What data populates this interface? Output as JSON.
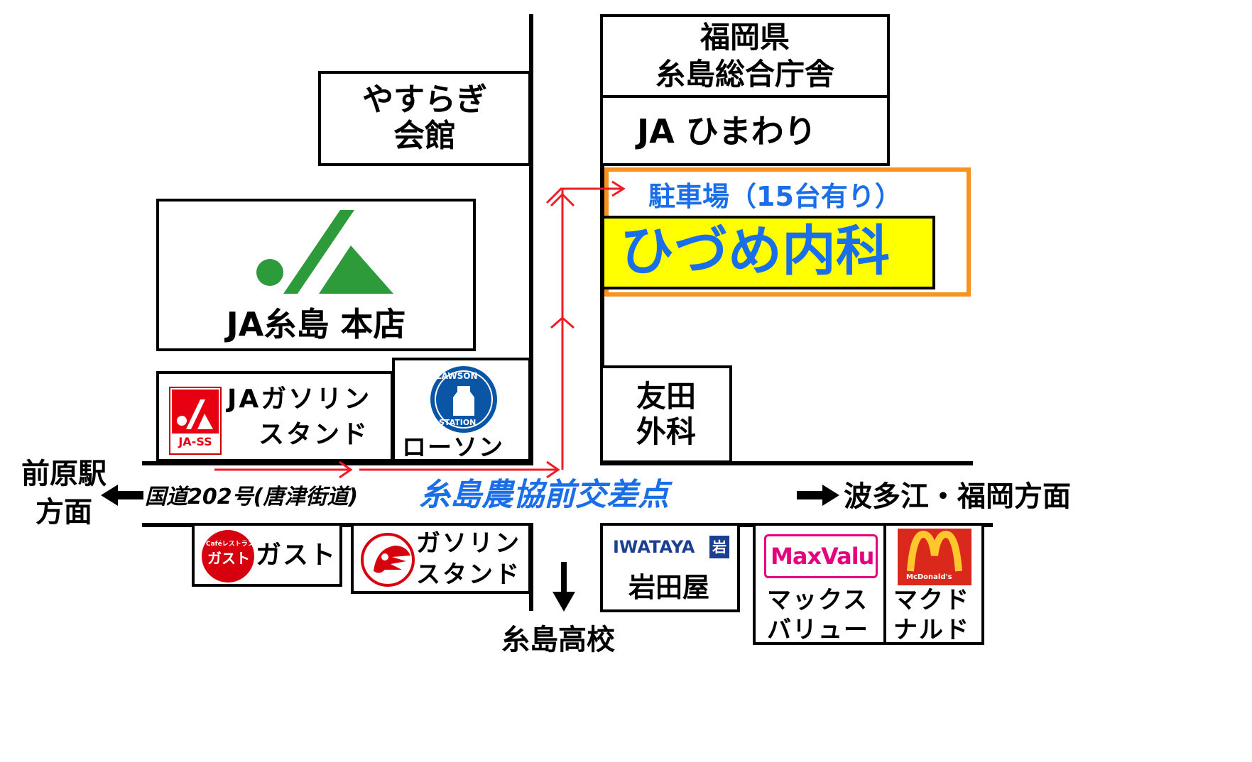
{
  "buildings": {
    "yasuragi_line1": "やすらぎ",
    "yasuragi_line2": "会館",
    "fukuoka_line1": "福岡県",
    "fukuoka_line2": "糸島総合庁舎",
    "ja_himawari": "JA ひまわり",
    "parking": "駐車場（15台有り）",
    "clinic": "ひづめ内科",
    "ja_honten": "JA糸島 本店",
    "ja_gas_line1": "JAガソリン",
    "ja_gas_line2": "スタンド",
    "ja_ss_logo": "JA-SS",
    "lawson": "ローソン",
    "lawson_logo_top": "LAWSON",
    "lawson_logo_bottom": "STATION",
    "tomoda_line1": "友田",
    "tomoda_line2": "外科",
    "gusto": "ガスト",
    "gusto_logo_top": "Caféレストラン",
    "gusto_logo_main": "ガスト",
    "gas2_line1": "ガソリン",
    "gas2_line2": "スタンド",
    "iwataya_logo": "IWATAYA",
    "iwataya_logo_kanji": "岩",
    "iwataya": "岩田屋",
    "maxvalu_logo": "MaxValu",
    "maxvalu_line1": "マックス",
    "maxvalu_line2": "バリュー",
    "mcd_logo": "McDonald's",
    "mcd_line1": "マクド",
    "mcd_line2": "ナルド"
  },
  "roads": {
    "maebaru_line1": "前原駅",
    "maebaru_line2": "方面",
    "route202": "国道202号(唐津街道)",
    "intersection": "糸島農協前交差点",
    "hatae": "波多江・福岡方面",
    "itoshima_hs": "糸島高校"
  },
  "colors": {
    "route_arrow": "#ee1c25",
    "clinic_bg": "#ffff00",
    "clinic_text": "#1a6ee8",
    "parking_border": "#f7931e",
    "ja_green": "#2e9b3a",
    "intersection_text": "#1a6ee8"
  }
}
